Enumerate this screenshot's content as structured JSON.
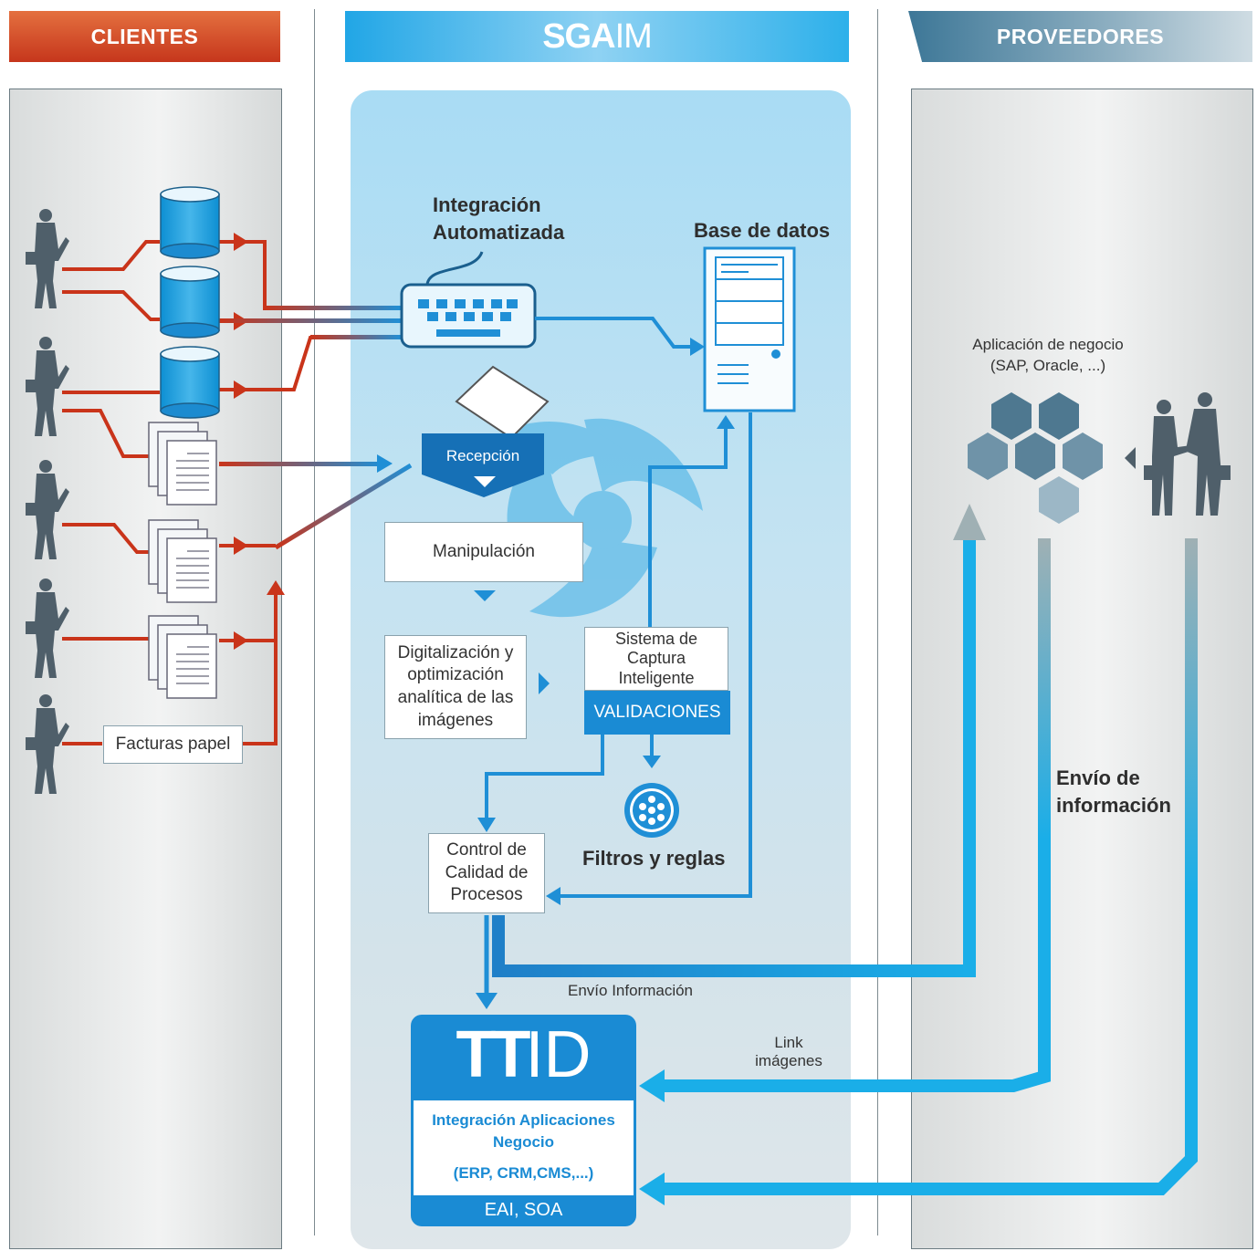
{
  "headers": {
    "clientes": "CLIENTES",
    "sgaim_bold": "SGA",
    "sgaim_light": "IM",
    "proveedores": "PROVEEDORES"
  },
  "center": {
    "integracion": "Integración\nAutomatizada",
    "base_datos": "Base de datos",
    "recepcion": "Recepción",
    "manipulacion": "Manipulación",
    "digitalizacion": "Digitalización y optimización analítica de las imágenes",
    "sistema_captura": "Sistema de Captura Inteligente",
    "validaciones": "VALIDACIONES",
    "filtros": "Filtros y reglas",
    "control_calidad": "Control de Calidad de Procesos",
    "envio_informacion": "Envío Información"
  },
  "ttid": {
    "logo_bold": "TT",
    "logo_light": "ID",
    "integracion": "Integración Aplicaciones Negocio",
    "erp": "(ERP, CRM,CMS,...)",
    "eai": "EAI, SOA"
  },
  "clientes": {
    "facturas_papel": "Facturas papel"
  },
  "proveedores": {
    "aplicacion": "Aplicación de negocio\n(SAP, Oracle, ...)",
    "envio_info": "Envío de\ninformación",
    "link_imagenes": "Link\nimágenes"
  },
  "colors": {
    "red_flow": "#c9341a",
    "blue_flow": "#1f8fd6",
    "light_blue_flow": "#19aee8",
    "grey_flow": "#9aa9ad",
    "person": "#4f5f6a",
    "ttid_blue": "#1a8bd4"
  }
}
